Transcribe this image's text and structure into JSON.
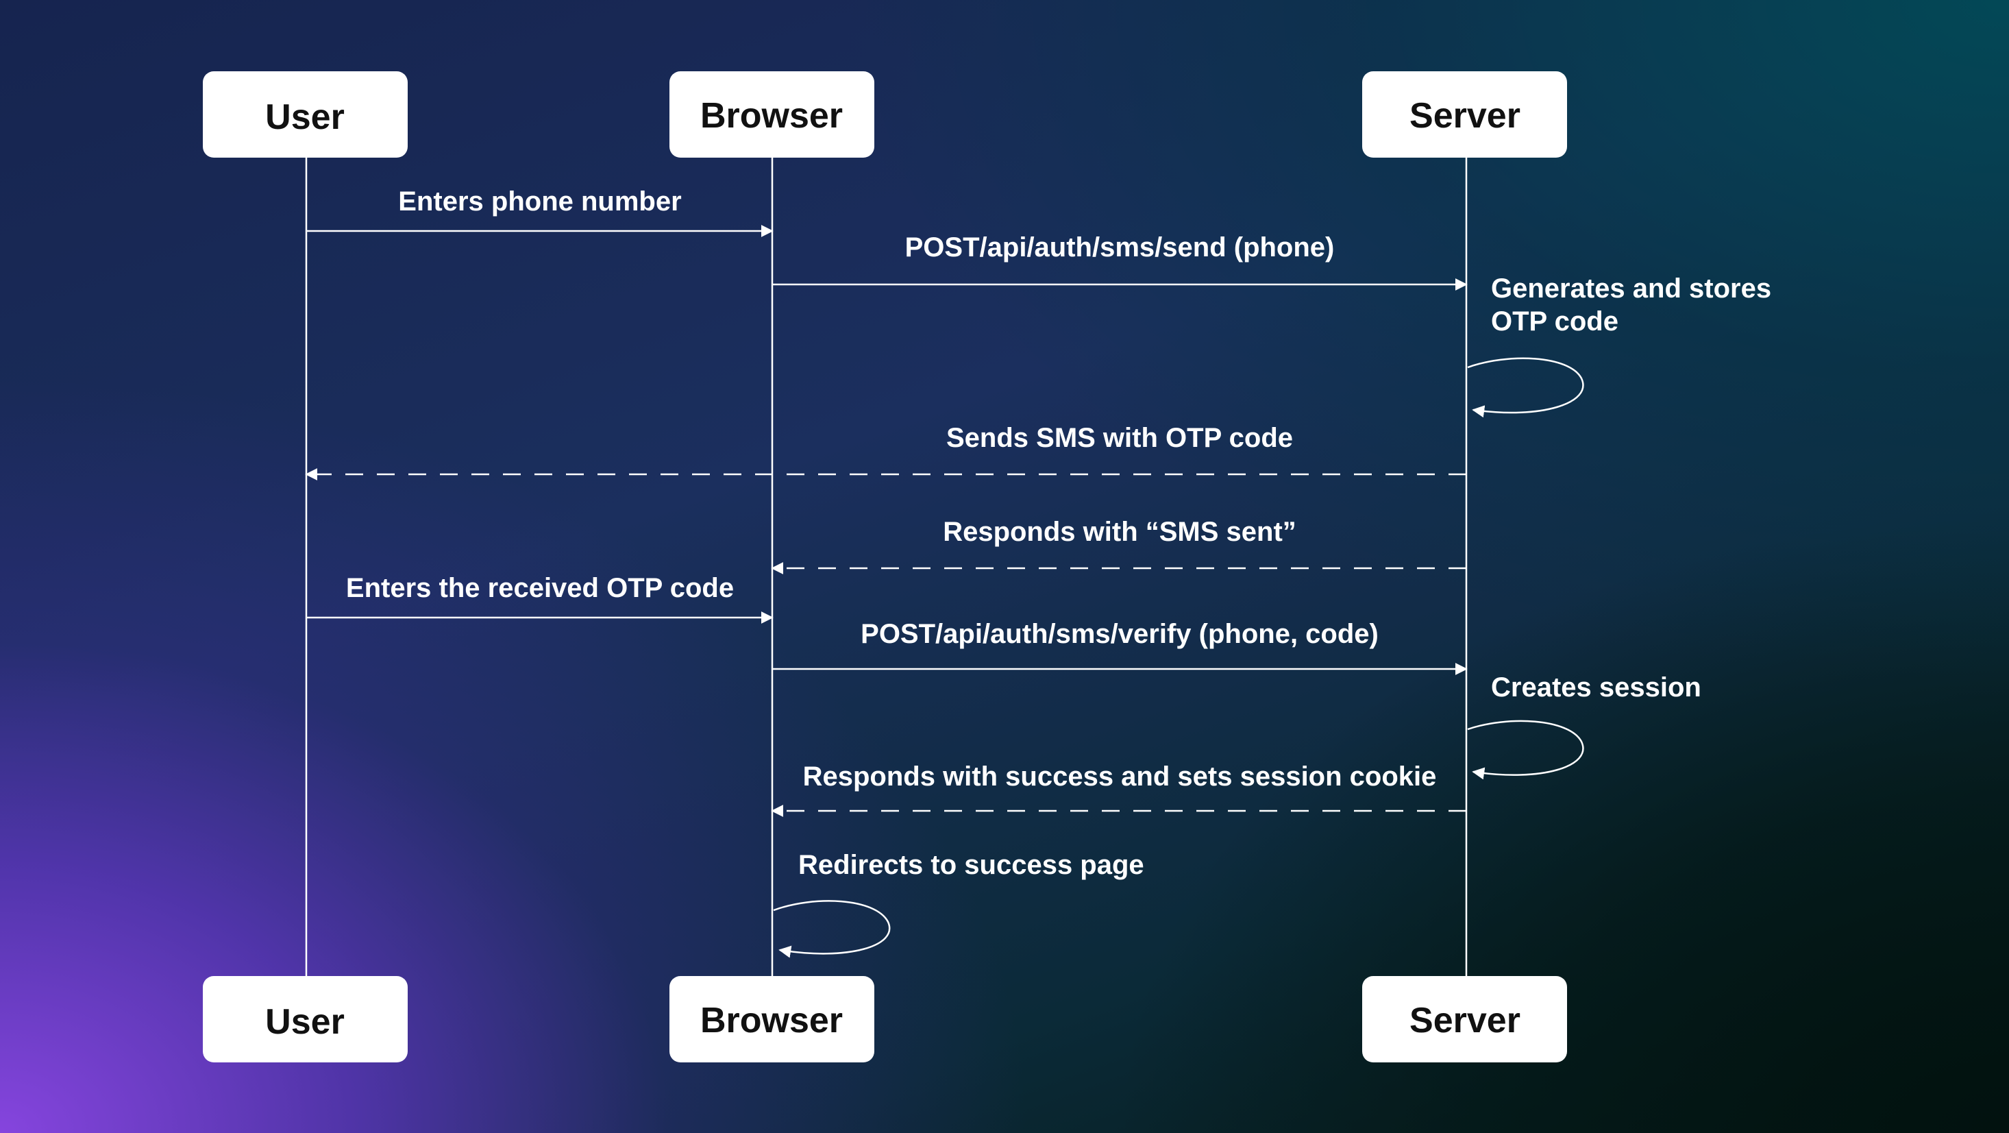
{
  "actors": {
    "user": "User",
    "browser": "Browser",
    "server": "Server"
  },
  "messages": {
    "m1": "Enters phone number",
    "m2": "POST/api/auth/sms/send (phone)",
    "m3_line1": "Generates and stores",
    "m3_line2": "OTP code",
    "m4": "Sends SMS with OTP code",
    "m5": "Responds with “SMS sent”",
    "m6": "Enters the received OTP code",
    "m7": "POST/api/auth/sms/verify (phone, code)",
    "m8": "Creates session",
    "m9": "Responds with success and sets session cookie",
    "m10": "Redirects to success page"
  },
  "colors": {
    "line": "#ffffff",
    "actor_box": "#ffffff",
    "actor_text": "#111111"
  }
}
